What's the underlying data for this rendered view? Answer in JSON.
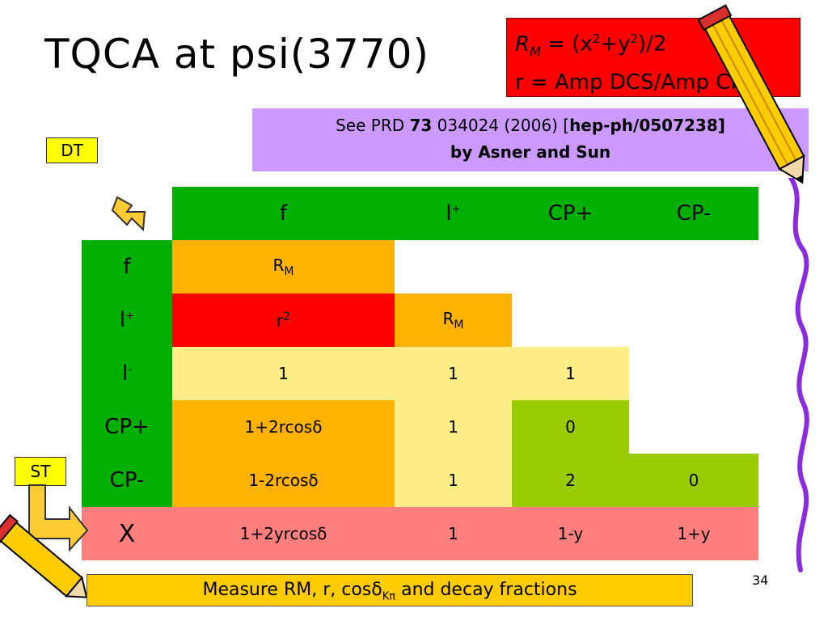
{
  "title": "TQCA at psi(3770)",
  "definitions": {
    "rm_symbol": "R",
    "rm_sub": "M",
    "rm_rest_1": " = (x",
    "rm_sup_1": "2",
    "rm_rest_2": "+y",
    "rm_sup_2": "2",
    "rm_rest_3": ")/2",
    "r_line": "r = Amp DCS/Amp CF"
  },
  "reference": {
    "prefix": "See PRD ",
    "volume": "73",
    "middle": " 034024 (2006) [",
    "arxiv": "hep-ph/0507238]",
    "authors": "by Asner and Sun"
  },
  "labels": {
    "dt": "DT",
    "st": "ST"
  },
  "table": {
    "columns": [
      {
        "main": "f",
        "sup": ""
      },
      {
        "main": "l",
        "sup": "+"
      },
      {
        "main": "CP+",
        "sup": ""
      },
      {
        "main": "CP-",
        "sup": ""
      }
    ],
    "rows": [
      {
        "head": {
          "main": "f",
          "sup": ""
        },
        "cells": [
          {
            "main": "R",
            "sub": "M"
          },
          {
            "main": ""
          },
          {
            "main": ""
          },
          {
            "main": ""
          }
        ]
      },
      {
        "head": {
          "main": "l",
          "sup": "+"
        },
        "cells": [
          {
            "main": "r",
            "sup": "2"
          },
          {
            "main": "R",
            "sub": "M"
          },
          {
            "main": ""
          },
          {
            "main": ""
          }
        ]
      },
      {
        "head": {
          "main": "l",
          "sup": "-"
        },
        "cells": [
          {
            "main": "1"
          },
          {
            "main": "1"
          },
          {
            "main": "1"
          },
          {
            "main": ""
          }
        ]
      },
      {
        "head": {
          "main": "CP+",
          "sup": ""
        },
        "cells": [
          {
            "main": "1+2rcosδ"
          },
          {
            "main": "1"
          },
          {
            "main": "0"
          },
          {
            "main": ""
          }
        ]
      },
      {
        "head": {
          "main": "CP-",
          "sup": ""
        },
        "cells": [
          {
            "main": "1-2rcosδ"
          },
          {
            "main": "1"
          },
          {
            "main": "2"
          },
          {
            "main": "0"
          }
        ]
      },
      {
        "head": {
          "main": "X",
          "sup": ""
        },
        "cells": [
          {
            "main": "1+2yrcosδ"
          },
          {
            "main": "1"
          },
          {
            "main": "1-y"
          },
          {
            "main": "1+y"
          }
        ]
      }
    ]
  },
  "footer": {
    "text_before": "Measure RM, r, cosδ",
    "text_sub": "Kπ",
    "text_after": " and decay fractions"
  },
  "page_number": "34",
  "colors": {
    "green": "#00b000",
    "orange": "#ffb300",
    "red": "#ff0000",
    "pale_yellow": "#ffee88",
    "yellow_green": "#99cc00",
    "pink": "#ff7f7f",
    "lavender": "#cc99ff",
    "label_yellow": "#ffff00",
    "footer_gold": "#ffcc00"
  }
}
